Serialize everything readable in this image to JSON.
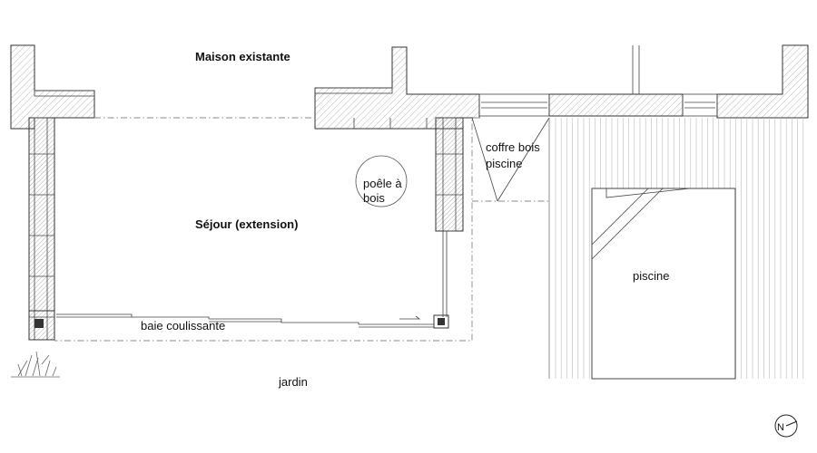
{
  "labels": {
    "existing_house": "Maison existante",
    "living_room": "Séjour (extension)",
    "stove_line1": "poêle à",
    "stove_line2": "bois",
    "pool_box_line1": "coffre bois",
    "pool_box_line2": "piscine",
    "pool": "piscine",
    "sliding_window": "baie coulissante",
    "garden": "jardin",
    "north": "N"
  },
  "icons": {
    "north_arrow": "north-arrow-icon",
    "plant": "plant-icon"
  },
  "colors": {
    "line": "#333333",
    "hatch": "#9a9a9a",
    "dash": "#888888",
    "deck": "#bbbbbb"
  }
}
